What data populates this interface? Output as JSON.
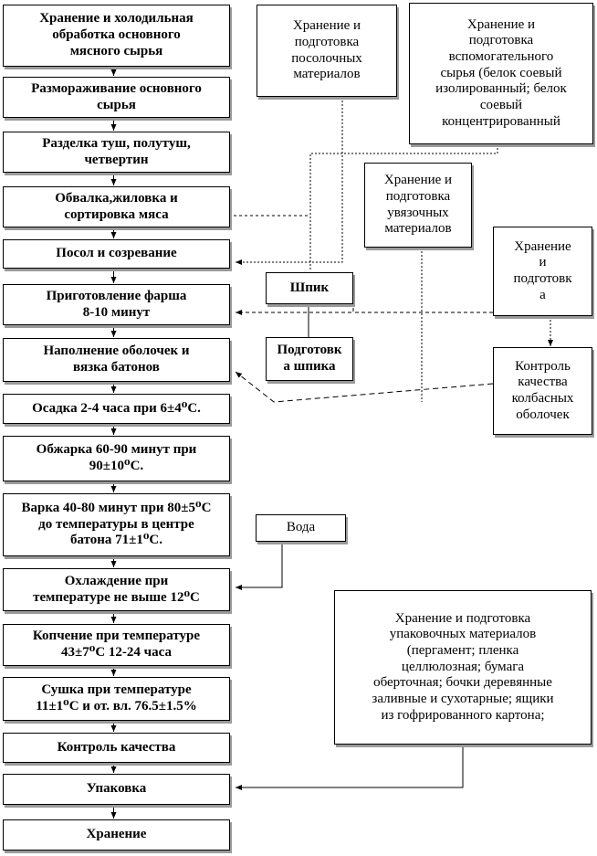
{
  "main_steps": [
    {
      "id": "s1",
      "lines": [
        "Хранение и холодильная",
        "обработка основного",
        "мясного сырья"
      ]
    },
    {
      "id": "s2",
      "lines": [
        "Размораживание основного",
        "сырья"
      ]
    },
    {
      "id": "s3",
      "lines": [
        "Разделка туш, полутуш,",
        "четвертин"
      ]
    },
    {
      "id": "s4",
      "lines": [
        "Обвалка,жиловка и",
        "сортировка мяса"
      ]
    },
    {
      "id": "s5",
      "lines": [
        "Посол и созревание"
      ]
    },
    {
      "id": "s6",
      "lines": [
        "Приготовление фарша",
        "8-10 минут"
      ]
    },
    {
      "id": "s7",
      "lines": [
        "Наполнение оболочек и",
        "вязка батонов"
      ]
    },
    {
      "id": "s8",
      "lines": [
        "Осадка 2-4 часа при 6±4⁰С."
      ]
    },
    {
      "id": "s9",
      "lines": [
        "Обжарка 60-90 минут при",
        "90±10⁰С."
      ]
    },
    {
      "id": "s10",
      "lines": [
        "Варка 40-80 минут при 80±5⁰С",
        "до температуры в центре",
        "батона 71±1⁰С."
      ]
    },
    {
      "id": "s11",
      "lines": [
        "Охлаждение при",
        "температуре не выше 12⁰С"
      ]
    },
    {
      "id": "s12",
      "lines": [
        "Копчение при температуре",
        "43±7⁰С 12-24 часа"
      ]
    },
    {
      "id": "s13",
      "lines": [
        "Сушка при температуре",
        "11±1⁰С и от. вл. 76.5±1.5%"
      ]
    },
    {
      "id": "s14",
      "lines": [
        "Контроль качества"
      ]
    },
    {
      "id": "s15",
      "lines": [
        "Упаковка"
      ]
    },
    {
      "id": "s16",
      "lines": [
        "Хранение"
      ]
    }
  ],
  "side_boxes": [
    {
      "id": "salt",
      "lines": [
        "Хранение и",
        "подготовка",
        "посолочных",
        "материалов"
      ]
    },
    {
      "id": "aux",
      "lines": [
        "Хранение и",
        "подготовка",
        "вспомогательного",
        "сырья (белок соевый",
        "изолированный; белок",
        "соевый",
        "концентрированный"
      ]
    },
    {
      "id": "tie",
      "lines": [
        "Хранение и",
        "подготовка",
        "увязочных",
        "материалов"
      ]
    },
    {
      "id": "casingstore",
      "lines": [
        "Хранение",
        "и",
        "подготовк",
        "а"
      ]
    },
    {
      "id": "shpik",
      "lines": [
        "Шпик"
      ]
    },
    {
      "id": "shpikprep",
      "lines": [
        "Подготовк",
        "а шпика"
      ]
    },
    {
      "id": "casingqc",
      "lines": [
        "Контроль",
        "качества",
        "колбасных",
        "оболочек"
      ]
    },
    {
      "id": "water",
      "lines": [
        "Вода"
      ]
    },
    {
      "id": "pack",
      "lines": [
        "Хранение и подготовка",
        "упаковочных материалов",
        "(пергамент; пленка",
        "целлюлозная; бумага",
        "оберточная; бочки деревянные",
        "заливные и сухотарные; ящики",
        "из гофрированного картона;"
      ]
    }
  ]
}
